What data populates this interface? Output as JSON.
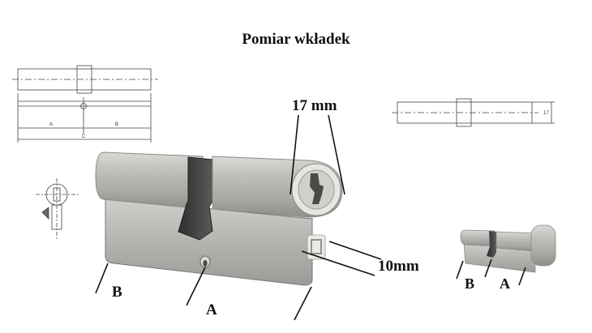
{
  "title": "Pomiar wkładek",
  "labels": {
    "dim_17": "17 mm",
    "dim_10": "10mm",
    "side_b": "B",
    "side_a": "A",
    "small_b": "B",
    "small_a": "A"
  },
  "drawing_labels": {
    "a": "A",
    "b": "B",
    "c": "C",
    "h": "17"
  }
}
